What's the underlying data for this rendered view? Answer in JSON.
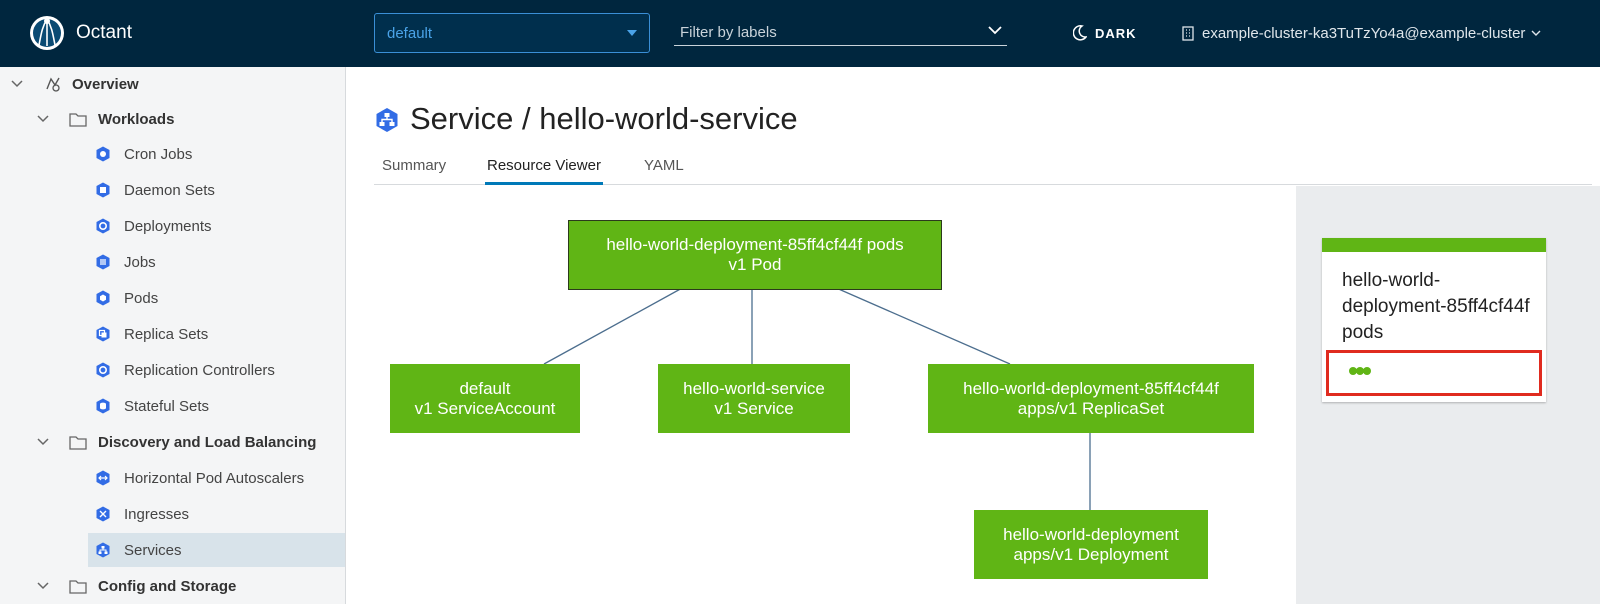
{
  "header": {
    "brand": "Octant",
    "namespace": "default",
    "filter_placeholder": "Filter by labels",
    "theme_label": "DARK",
    "context": "example-cluster-ka3TuTzYo4a@example-cluster"
  },
  "sidebar": {
    "overview": "Overview",
    "workloads": {
      "label": "Workloads",
      "items": [
        "Cron Jobs",
        "Daemon Sets",
        "Deployments",
        "Jobs",
        "Pods",
        "Replica Sets",
        "Replication Controllers",
        "Stateful Sets"
      ]
    },
    "discovery": {
      "label": "Discovery and Load Balancing",
      "items": [
        "Horizontal Pod Autoscalers",
        "Ingresses",
        "Services"
      ]
    },
    "config": {
      "label": "Config and Storage"
    }
  },
  "page": {
    "title": "Service / hello-world-service",
    "tabs": [
      "Summary",
      "Resource Viewer",
      "YAML"
    ],
    "active_tab": "Resource Viewer"
  },
  "graph": {
    "nodes": {
      "pod": {
        "name": "hello-world-deployment-85ff4cf44f pods",
        "kind": "v1 Pod"
      },
      "sa": {
        "name": "default",
        "kind": "v1 ServiceAccount"
      },
      "svc": {
        "name": "hello-world-service",
        "kind": "v1 Service"
      },
      "rs": {
        "name": "hello-world-deployment-85ff4cf44f",
        "kind": "apps/v1 ReplicaSet"
      },
      "dep": {
        "name": "hello-world-deployment",
        "kind": "apps/v1 Deployment"
      }
    }
  },
  "detail": {
    "title": "hello-world-deployment-85ff4cf44f pods",
    "status_color": "#60b515",
    "pod_count": 3
  },
  "colors": {
    "header_bg": "#00263e",
    "node_green": "#60b515",
    "accent_blue": "#0079b8",
    "highlight_red": "#e02b1f"
  }
}
